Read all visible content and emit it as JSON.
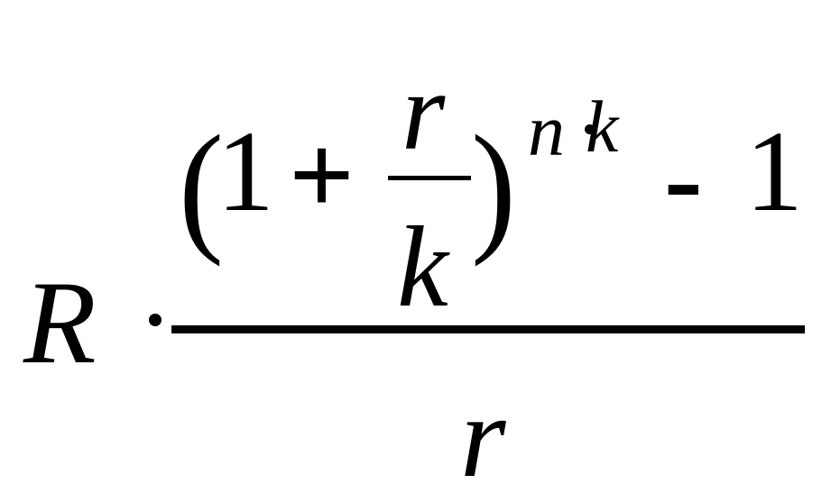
{
  "formula": {
    "coefficient": "R",
    "numerator": {
      "open_paren": "(",
      "one": "1",
      "plus": "+",
      "inner_fraction": {
        "numerator": "r",
        "denominator": "k"
      },
      "close_paren": ")",
      "exponent": {
        "first": "n",
        "second": "k"
      },
      "minus": "-",
      "subtrahend": "1"
    },
    "denominator": "r"
  }
}
